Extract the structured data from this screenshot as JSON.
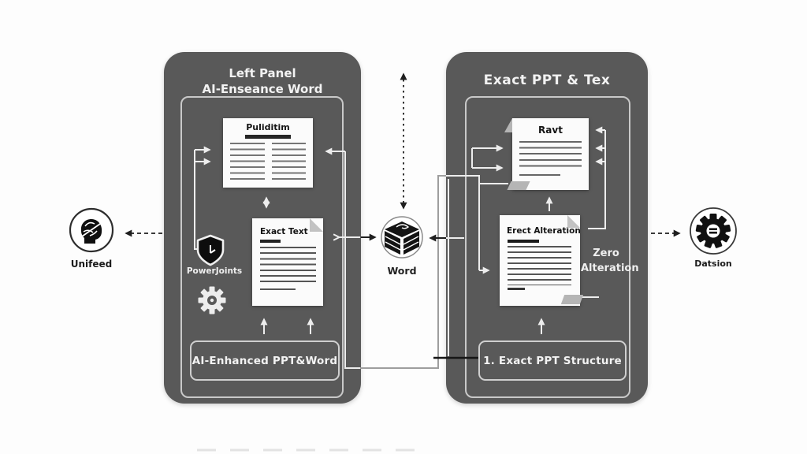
{
  "colors": {
    "background": "#fdfdfd",
    "panel": "#595959",
    "panel_inner_border": "#c9c9c9",
    "doc_bg": "#fbfbfb",
    "doc_fold_gray": "#bdbdbd",
    "connector_white": "#ededed",
    "connector_gray": "#9e9e9e",
    "connector_dark": "#1f1f1f",
    "text_light": "#f2f2f2",
    "text_dark": "#1b1b1b"
  },
  "left_panel": {
    "title_line1": "Left Panel",
    "title_line2": "AI-Enseance Word",
    "doc_top": {
      "title": "Puliditim"
    },
    "doc_bottom": {
      "title": "Exact Text"
    },
    "shield_label": "PowerJoints",
    "bottom_box_label": "AI-Enhanced PPT&Word",
    "icons": {
      "shield": "shield-icon",
      "gear": "gear-icon"
    }
  },
  "right_panel": {
    "title": "Exact PPT & Tex",
    "doc_top": {
      "title": "Ravt"
    },
    "doc_bottom": {
      "title": "Erect Alteration"
    },
    "note_line1": "Zero",
    "note_line2": "Alteration",
    "bottom_box_label": "1. Exact PPT Structure"
  },
  "nodes": {
    "unified": {
      "label": "Unifeed",
      "icon": "brain-head-icon"
    },
    "word": {
      "label": "Word",
      "icon": "cube-box-icon"
    },
    "datsion": {
      "label": "Datsion",
      "icon": "gear-icon"
    }
  }
}
